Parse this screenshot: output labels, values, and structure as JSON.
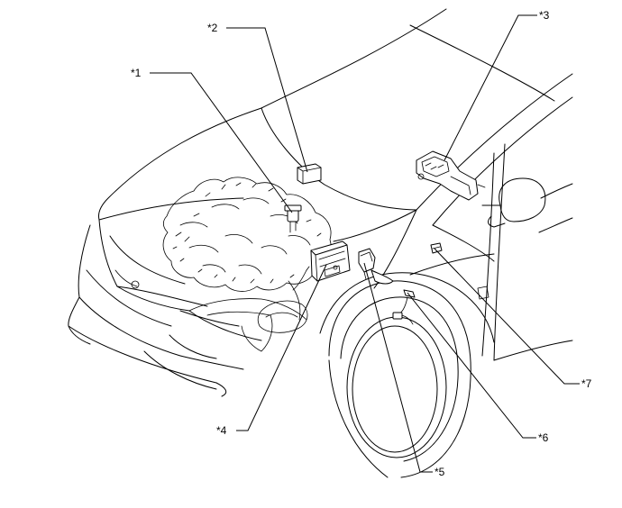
{
  "diagram": {
    "line_color": "#000000",
    "background": "#ffffff",
    "callouts": [
      {
        "id": "c1",
        "label": "*1"
      },
      {
        "id": "c2",
        "label": "*2"
      },
      {
        "id": "c3",
        "label": "*3"
      },
      {
        "id": "c4",
        "label": "*4"
      },
      {
        "id": "c5",
        "label": "*5"
      },
      {
        "id": "c6",
        "label": "*6"
      },
      {
        "id": "c7",
        "label": "*7"
      }
    ]
  }
}
